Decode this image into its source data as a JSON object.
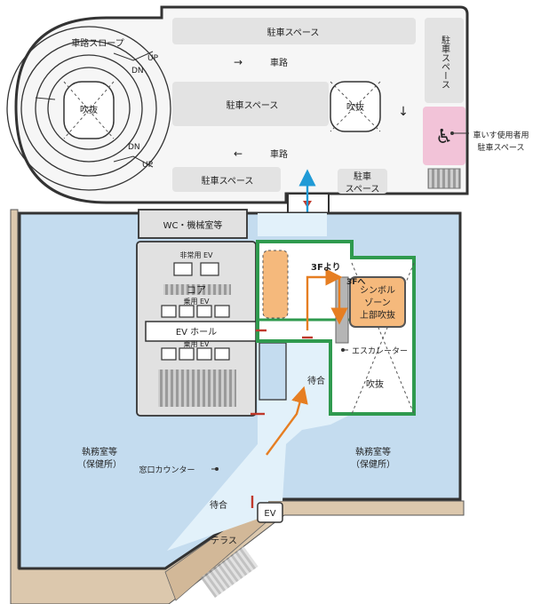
{
  "parking": {
    "ramp": "車路スロープ",
    "up": "UP",
    "dn": "DN",
    "void": "吹抜",
    "space": "駐車スペース",
    "space_split": [
      "駐車",
      "スペース"
    ],
    "space_vertical": "駐車スペース",
    "road": "車路",
    "arrow_right": "→",
    "arrow_left": "←",
    "arrow_down": "↓",
    "accessible_label": [
      "車いす使用者用",
      "駐車スペース"
    ],
    "wheelchair_icon": "♿"
  },
  "office": {
    "wc": "WC・機械室等",
    "emergency_ev": "非常用 EV",
    "core": "コア",
    "passenger_ev": "乗用 EV",
    "ev_hall": "EV ホール",
    "from_3f": "3Fより",
    "to_3f": "3Fへ",
    "symbol_zone": [
      "シンボル",
      "ゾーン",
      "上部吹抜"
    ],
    "escalator": "エスカレーター",
    "void": "吹抜",
    "waiting": "待合",
    "office_room": [
      "執務室等",
      "（保健所）"
    ],
    "counter": "窓口カウンター",
    "ev": "EV",
    "terrace": "テラス"
  },
  "colors": {
    "blue": "#c4dcef",
    "light_blue": "#e2f1fa",
    "gray": "#e1e1e1",
    "green": "#2f9a4e",
    "orange": "#e67e22",
    "pink": "#f2c3d8",
    "terrace": "#dcc8ad",
    "cyan": "#1f9ad6"
  }
}
